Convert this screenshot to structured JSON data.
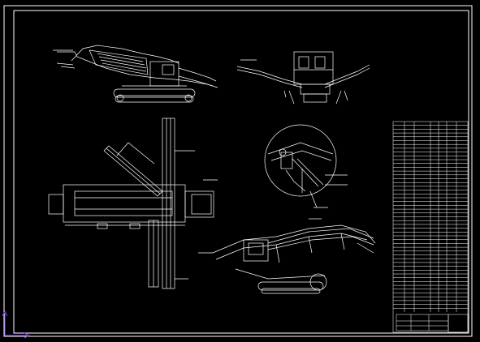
{
  "window": {
    "title": ""
  },
  "colors": {
    "background": "#000000",
    "line": "#ffffff",
    "ucs_x": "#7b3fe4",
    "ucs_y": "#7b3fe4"
  },
  "icons": {
    "ucs": "ucs-axis-icon"
  },
  "drawing": {
    "views": [
      "top-side-view",
      "end-view",
      "plan-view",
      "detail-circle-view",
      "isometric-view"
    ],
    "title_block": {
      "rows": 50,
      "columns": 7
    }
  }
}
